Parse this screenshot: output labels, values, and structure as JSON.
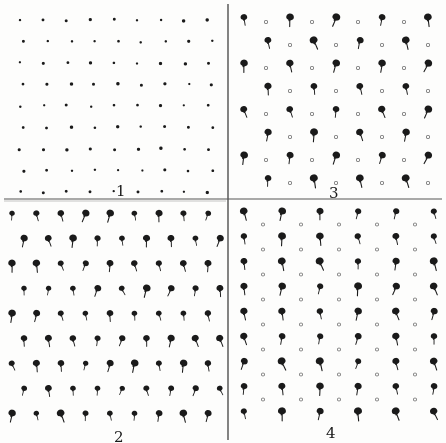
{
  "figure": {
    "panel_labels": [
      "1",
      "2",
      "3",
      "4"
    ]
  },
  "colors": {
    "ink": "#1a1a1a",
    "paper": "#fdfdfc",
    "divider": "#333333"
  }
}
